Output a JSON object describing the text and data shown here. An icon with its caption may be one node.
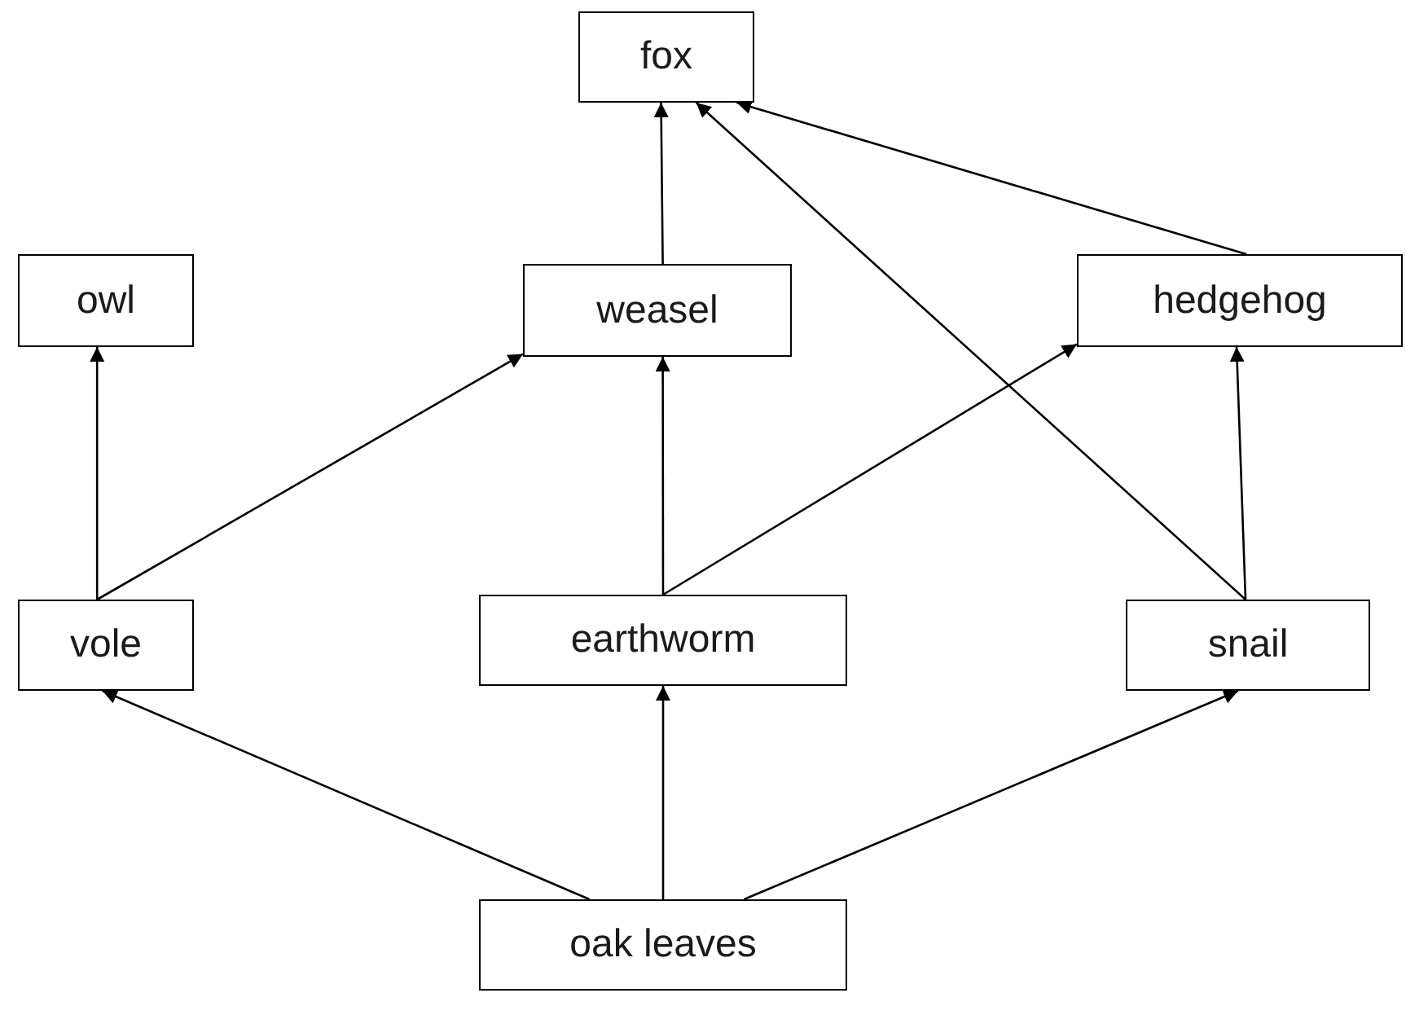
{
  "diagram": {
    "nodes": [
      {
        "text": [
          "fox"
        ]
      },
      {
        "text": [
          "owl"
        ]
      },
      {
        "text": [
          "weasel"
        ]
      },
      {
        "text": [
          "hedgehog"
        ]
      },
      {
        "text": [
          "vole"
        ]
      },
      {
        "text": [
          "earthworm"
        ]
      },
      {
        "text": [
          "snail"
        ]
      },
      {
        "text": [
          "oak leaves"
        ]
      }
    ],
    "edges": [
      {
        "from": 4,
        "to": 1,
        "arrow": "to"
      },
      {
        "from": 4,
        "to": 2,
        "arrow": "to"
      },
      {
        "from": 5,
        "to": 2,
        "arrow": "to"
      },
      {
        "from": 5,
        "to": 3,
        "arrow": "to"
      },
      {
        "from": 6,
        "to": 3,
        "arrow": "to"
      },
      {
        "from": 6,
        "to": 0,
        "arrow": "to"
      },
      {
        "from": 2,
        "to": 0,
        "arrow": "to"
      },
      {
        "from": 3,
        "to": 0,
        "arrow": "to"
      },
      {
        "from": 7,
        "to": 4,
        "arrow": "to"
      },
      {
        "from": 7,
        "to": 5,
        "arrow": "to"
      },
      {
        "from": 7,
        "to": 6,
        "arrow": "to"
      }
    ]
  }
}
